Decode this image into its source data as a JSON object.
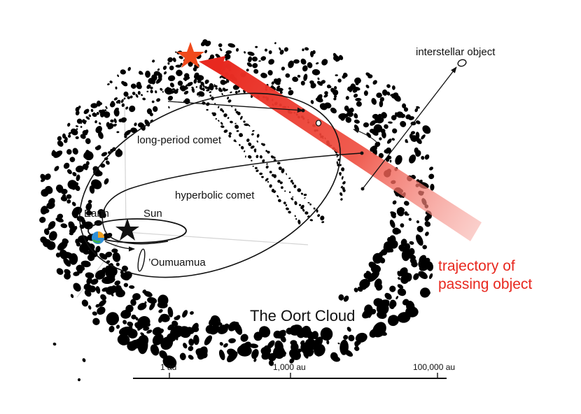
{
  "labels": {
    "interstellar": "interstellar object",
    "long_period": "long-period comet",
    "hyperbolic": "hyperbolic comet",
    "earth": "Earth",
    "sun": "Sun",
    "oumuamua": "’Oumuamua",
    "oort": "The Oort Cloud",
    "trajectory_line1": "trajectory of",
    "trajectory_line2": "passing object"
  },
  "scale_bar": {
    "ticks": [
      "1 au",
      "1,000 au",
      "100,000 au"
    ]
  },
  "colors": {
    "trajectory": "#e8281f",
    "star_marker": "#f04a1c",
    "ink": "#111111",
    "earth_blue": "#2f8fd8",
    "earth_orange": "#f0a020"
  }
}
